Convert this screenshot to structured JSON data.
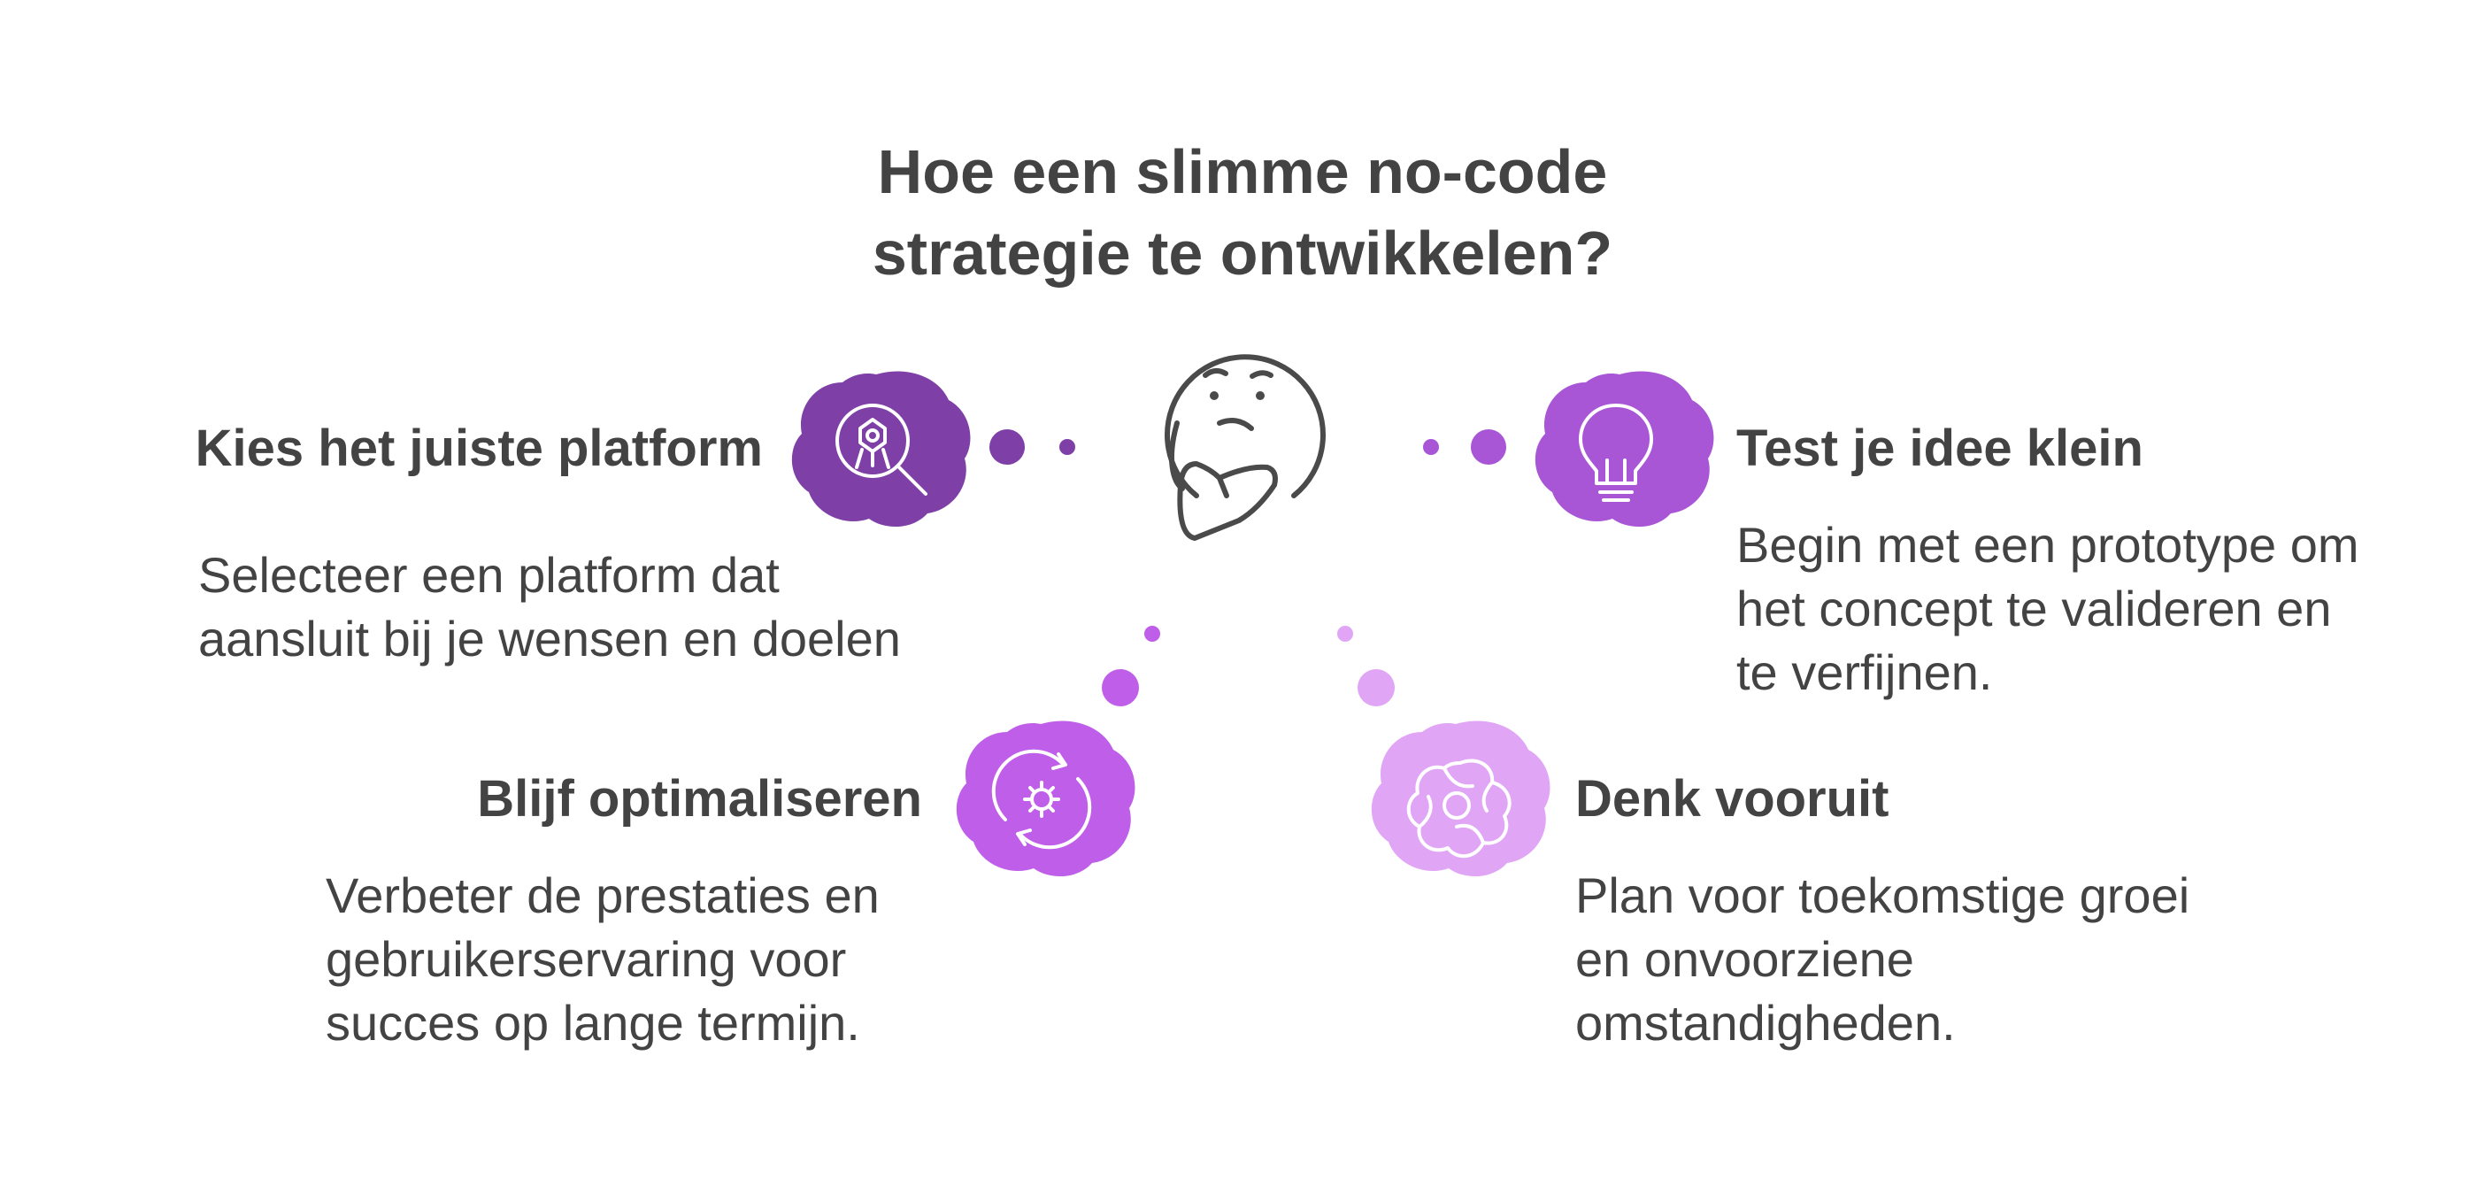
{
  "title": {
    "line1": "Hoe een slimme no-code",
    "line2": "strategie te ontwikkelen?"
  },
  "colors": {
    "text": "#434343",
    "platform": "#7e3fa6",
    "test": "#a855d6",
    "optimize": "#bf5ee8",
    "future": "#e0a5f5",
    "outline": "#4a4a4a"
  },
  "center_icon": "thinking-face-icon",
  "items": [
    {
      "key": "platform",
      "icon": "robot-search-icon",
      "title": "Kies het juiste platform",
      "lines": [
        "Selecteer een platform dat",
        "aansluit bij je wensen en doelen"
      ]
    },
    {
      "key": "test",
      "icon": "lightbulb-icon",
      "title": "Test je idee klein",
      "lines": [
        "Begin met een prototype om",
        "het concept te valideren en",
        "te verfijnen."
      ]
    },
    {
      "key": "optimize",
      "icon": "gear-cycle-icon",
      "title": "Blijf optimaliseren",
      "lines": [
        "Verbeter de prestaties en",
        "gebruikerservaring voor",
        "succes op lange termijn."
      ]
    },
    {
      "key": "future",
      "icon": "swirl-flower-icon",
      "title": "Denk vooruit",
      "lines": [
        "Plan voor toekomstige groei",
        "en onvoorziene",
        "omstandigheden."
      ]
    }
  ]
}
